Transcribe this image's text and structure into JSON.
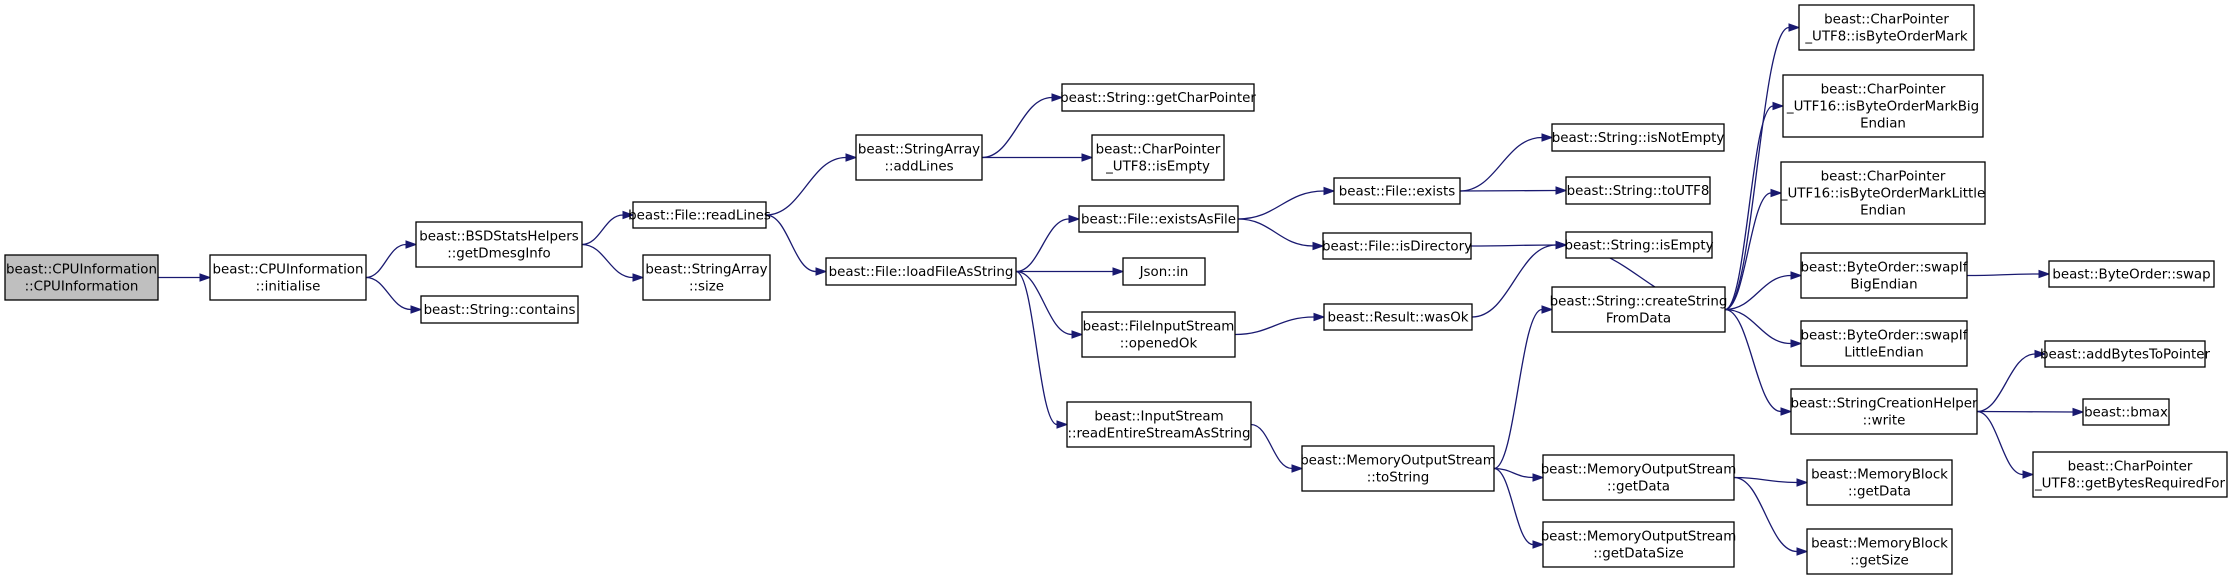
{
  "diagram": {
    "nodes": [
      {
        "id": "cpuinfo_ctor",
        "lines": [
          "beast::CPUInformation",
          "::CPUInformation"
        ],
        "root": true
      },
      {
        "id": "initialise",
        "lines": [
          "beast::CPUInformation",
          "::initialise"
        ]
      },
      {
        "id": "getDmesgInfo",
        "lines": [
          "beast::BSDStatsHelpers",
          "::getDmesgInfo"
        ]
      },
      {
        "id": "contains",
        "lines": [
          "beast::String::contains"
        ]
      },
      {
        "id": "readLines",
        "lines": [
          "beast::File::readLines"
        ]
      },
      {
        "id": "sa_size",
        "lines": [
          "beast::StringArray",
          "::size"
        ]
      },
      {
        "id": "addLines",
        "lines": [
          "beast::StringArray",
          "::addLines"
        ]
      },
      {
        "id": "loadFileAsString",
        "lines": [
          "beast::File::loadFileAsString"
        ]
      },
      {
        "id": "getCharPointer",
        "lines": [
          "beast::String::getCharPointer"
        ]
      },
      {
        "id": "cp8_isEmpty",
        "lines": [
          "beast::CharPointer",
          "_UTF8::isEmpty"
        ]
      },
      {
        "id": "existsAsFile",
        "lines": [
          "beast::File::existsAsFile"
        ]
      },
      {
        "id": "json_in",
        "lines": [
          "Json::in"
        ]
      },
      {
        "id": "openedOk",
        "lines": [
          "beast::FileInputStream",
          "::openedOk"
        ]
      },
      {
        "id": "readEntire",
        "lines": [
          "beast::InputStream",
          "::readEntireStreamAsString"
        ]
      },
      {
        "id": "exists",
        "lines": [
          "beast::File::exists"
        ]
      },
      {
        "id": "isDirectory",
        "lines": [
          "beast::File::isDirectory"
        ]
      },
      {
        "id": "wasOk",
        "lines": [
          "beast::Result::wasOk"
        ]
      },
      {
        "id": "mos_toString",
        "lines": [
          "beast::MemoryOutputStream",
          "::toString"
        ]
      },
      {
        "id": "isNotEmpty",
        "lines": [
          "beast::String::isNotEmpty"
        ]
      },
      {
        "id": "toUTF8",
        "lines": [
          "beast::String::toUTF8"
        ]
      },
      {
        "id": "s_isEmpty",
        "lines": [
          "beast::String::isEmpty"
        ]
      },
      {
        "id": "createString",
        "lines": [
          "beast::String::createString",
          "FromData"
        ]
      },
      {
        "id": "mos_getData",
        "lines": [
          "beast::MemoryOutputStream",
          "::getData"
        ]
      },
      {
        "id": "mos_getDataSize",
        "lines": [
          "beast::MemoryOutputStream",
          "::getDataSize"
        ]
      },
      {
        "id": "bom8",
        "lines": [
          "beast::CharPointer",
          "_UTF8::isByteOrderMark"
        ]
      },
      {
        "id": "bom16big",
        "lines": [
          "beast::CharPointer",
          "_UTF16::isByteOrderMarkBig",
          "Endian"
        ]
      },
      {
        "id": "bom16little",
        "lines": [
          "beast::CharPointer",
          "_UTF16::isByteOrderMarkLittle",
          "Endian"
        ]
      },
      {
        "id": "swapBig",
        "lines": [
          "beast::ByteOrder::swapIf",
          "BigEndian"
        ]
      },
      {
        "id": "swapLittle",
        "lines": [
          "beast::ByteOrder::swapIf",
          "LittleEndian"
        ]
      },
      {
        "id": "sch_write",
        "lines": [
          "beast::StringCreationHelper",
          "::write"
        ]
      },
      {
        "id": "mb_getData",
        "lines": [
          "beast::MemoryBlock",
          "::getData"
        ]
      },
      {
        "id": "mb_getSize",
        "lines": [
          "beast::MemoryBlock",
          "::getSize"
        ]
      },
      {
        "id": "bo_swap",
        "lines": [
          "beast::ByteOrder::swap"
        ]
      },
      {
        "id": "addBytes",
        "lines": [
          "beast::addBytesToPointer"
        ]
      },
      {
        "id": "bmax",
        "lines": [
          "beast::bmax"
        ]
      },
      {
        "id": "getBytesReq",
        "lines": [
          "beast::CharPointer",
          "_UTF8::getBytesRequiredFor"
        ]
      }
    ],
    "edges": [
      [
        "cpuinfo_ctor",
        "initialise"
      ],
      [
        "initialise",
        "getDmesgInfo"
      ],
      [
        "initialise",
        "contains"
      ],
      [
        "getDmesgInfo",
        "readLines"
      ],
      [
        "getDmesgInfo",
        "sa_size"
      ],
      [
        "readLines",
        "addLines"
      ],
      [
        "readLines",
        "loadFileAsString"
      ],
      [
        "addLines",
        "getCharPointer"
      ],
      [
        "addLines",
        "cp8_isEmpty"
      ],
      [
        "loadFileAsString",
        "existsAsFile"
      ],
      [
        "loadFileAsString",
        "json_in"
      ],
      [
        "loadFileAsString",
        "openedOk"
      ],
      [
        "loadFileAsString",
        "readEntire"
      ],
      [
        "existsAsFile",
        "exists"
      ],
      [
        "existsAsFile",
        "isDirectory"
      ],
      [
        "exists",
        "isNotEmpty"
      ],
      [
        "exists",
        "toUTF8"
      ],
      [
        "isDirectory",
        "s_isEmpty"
      ],
      [
        "openedOk",
        "wasOk"
      ],
      [
        "wasOk",
        "s_isEmpty"
      ],
      [
        "readEntire",
        "mos_toString"
      ],
      [
        "mos_toString",
        "createString"
      ],
      [
        "mos_toString",
        "mos_getData"
      ],
      [
        "mos_toString",
        "mos_getDataSize"
      ],
      [
        "createString",
        "s_isEmpty"
      ],
      [
        "createString",
        "bom8"
      ],
      [
        "createString",
        "bom16big"
      ],
      [
        "createString",
        "bom16little"
      ],
      [
        "createString",
        "swapBig"
      ],
      [
        "createString",
        "swapLittle"
      ],
      [
        "createString",
        "sch_write"
      ],
      [
        "mos_getData",
        "mb_getData"
      ],
      [
        "mos_getData",
        "mb_getSize"
      ],
      [
        "swapBig",
        "bo_swap"
      ],
      [
        "sch_write",
        "addBytes"
      ],
      [
        "sch_write",
        "bmax"
      ],
      [
        "sch_write",
        "getBytesReq"
      ]
    ],
    "colors": {
      "edge": "#191970",
      "root_fill": "#bfbfbf",
      "node_fill": "#ffffff",
      "border": "#000000"
    }
  }
}
